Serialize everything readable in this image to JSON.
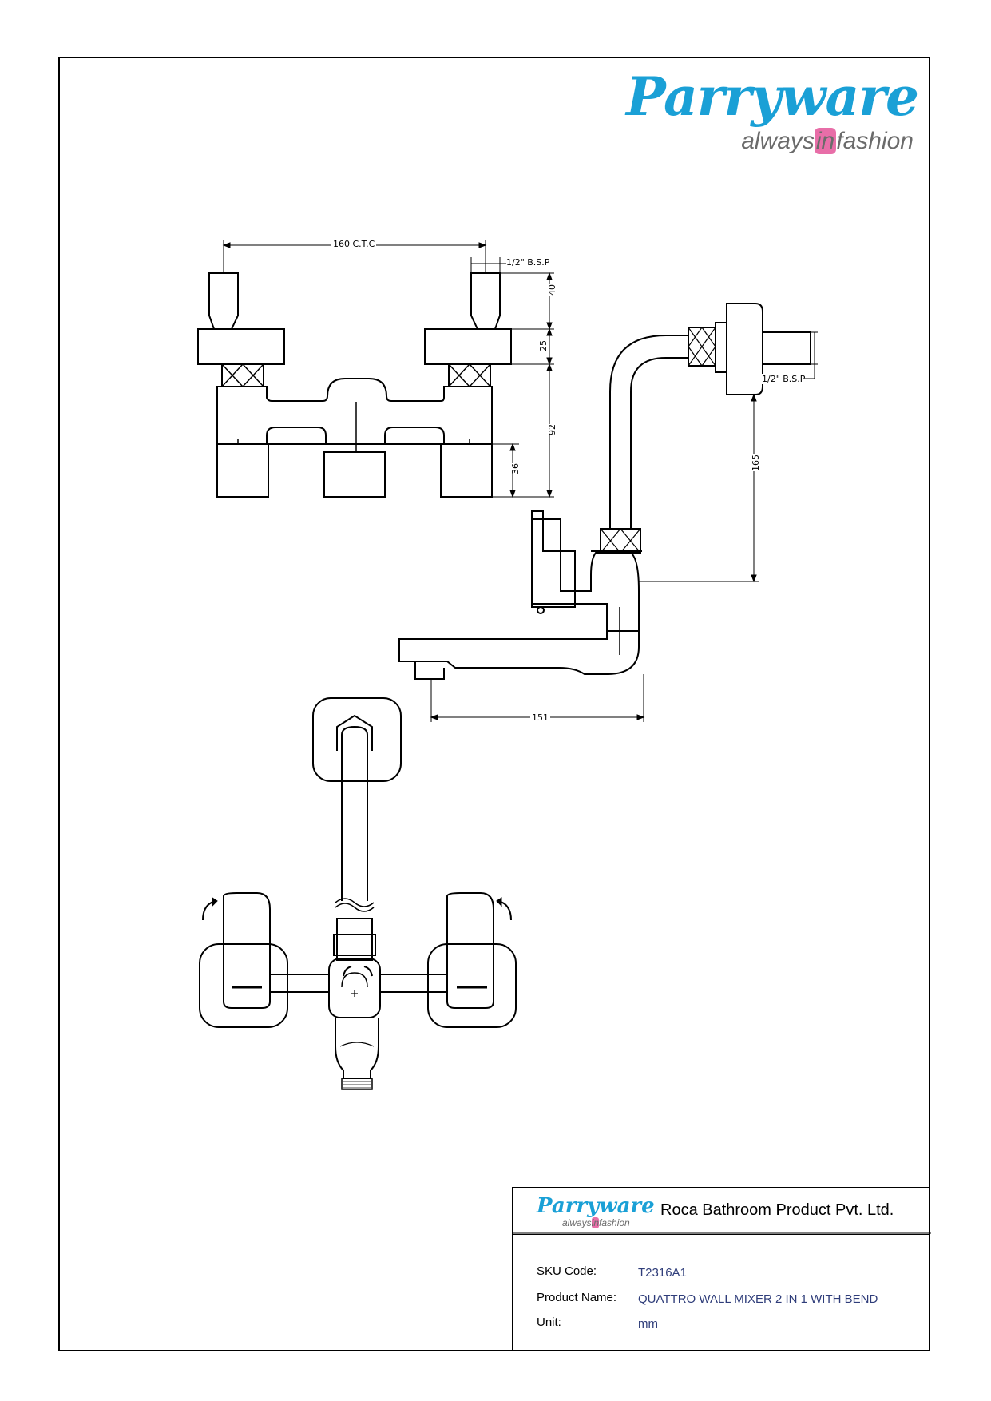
{
  "brand": {
    "name": "Parryware",
    "tagline_pre": "always",
    "tagline_hl": "in",
    "tagline_post": "fashion",
    "brand_color": "#1aa0d6",
    "highlight_color": "#e86ea8"
  },
  "dimensions": {
    "ctc": "160 C.T.C",
    "bsp_top": "1/2\" B.S.P",
    "d40": "40",
    "d25": "25",
    "d92": "92",
    "d36": "36",
    "bsp_side": "1/2\" B.S.P",
    "d165": "165",
    "d151": "151"
  },
  "title_block": {
    "company": "Roca Bathroom Product Pvt. Ltd.",
    "sku_label": "SKU Code:",
    "sku_value": "T2316A1",
    "product_label": "Product Name:",
    "product_value": "QUATTRO WALL MIXER 2 IN 1 WITH BEND",
    "unit_label": "Unit:",
    "unit_value": "mm",
    "value_color": "#2f3d7a"
  }
}
